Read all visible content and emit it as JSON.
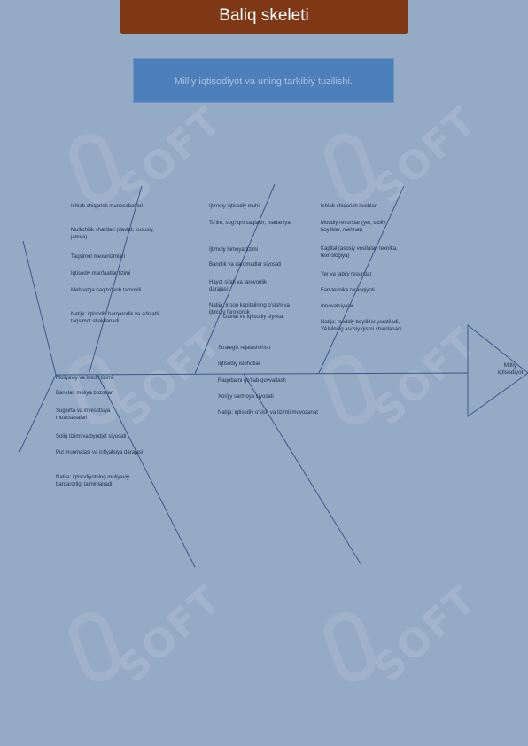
{
  "title": "Baliq skeleti",
  "subtitle": "Milliy iqtisodiyot va uning tarkibiy tuzilishi.",
  "head_label": "Milliy iqtisodiyot",
  "watermark": "SOFT",
  "bone1": {
    "items": [
      "Ishlab chiqarish munosabatlari",
      "Mulkchilik shakllari (davlat, xususiy, jamoa)",
      "Taqsimot mexanizmlari",
      "Iqtisodiy manfaatlar tizimi",
      "Mehnatga haq to'lash tamoyili",
      "Natija: iqtisodiy barqarorlik va adolatli taqsimot shakllanadi"
    ]
  },
  "bone2": {
    "items": [
      "Ijtimoiy iqtisodiy muhit",
      "Ta'lim, sog'liqni saqlash, madaniyat",
      "Ijtimoiy himoya tizimi",
      "Bandlik va daromadlar siyosati",
      "Hayot sifati va farovonlik darajasi",
      "Natija: inson kapitalining o'sishi va ijtimoiy farovonlik"
    ]
  },
  "bone3": {
    "items": [
      "Ishlab chiqarish kuchlari",
      "Moddiy resurslar (yer, tabiiy boyliklar, mehnat)",
      "Kapital (asosiy vositalar, texnika, texnologiya)",
      "Yer va tabiiy resurslar",
      "Fan-texnika taraqqiyoti",
      "Innovatsiyalar",
      "Natija: moddiy boyliklar yaratiladi, YAIMning asosiy qismi shakllanadi"
    ]
  },
  "bone4": {
    "items": [
      "Moliyaviy va kredit tizimi",
      "Banklar, moliya bozorlari",
      "Sug'urta va investitsiya muassasalari",
      "Soliq tizimi va byudjet siyosati",
      "Pul muomalasi va inflyatsiya darajasi",
      "Natija: iqtisodiyotning moliyaviy barqarorligi ta'minlanadi"
    ]
  },
  "bone5": {
    "items": [
      "Davlat va iqtisodiy siyosat",
      "Strategik rejalashtirish",
      "Iqtisodiy islohotlar",
      "Raqobatni qo'llab-quvvatlash",
      "Xorijiy sarmoya siyosati",
      "Natija: iqtisodiy o'sish va tizimli muvozanat"
    ]
  }
}
